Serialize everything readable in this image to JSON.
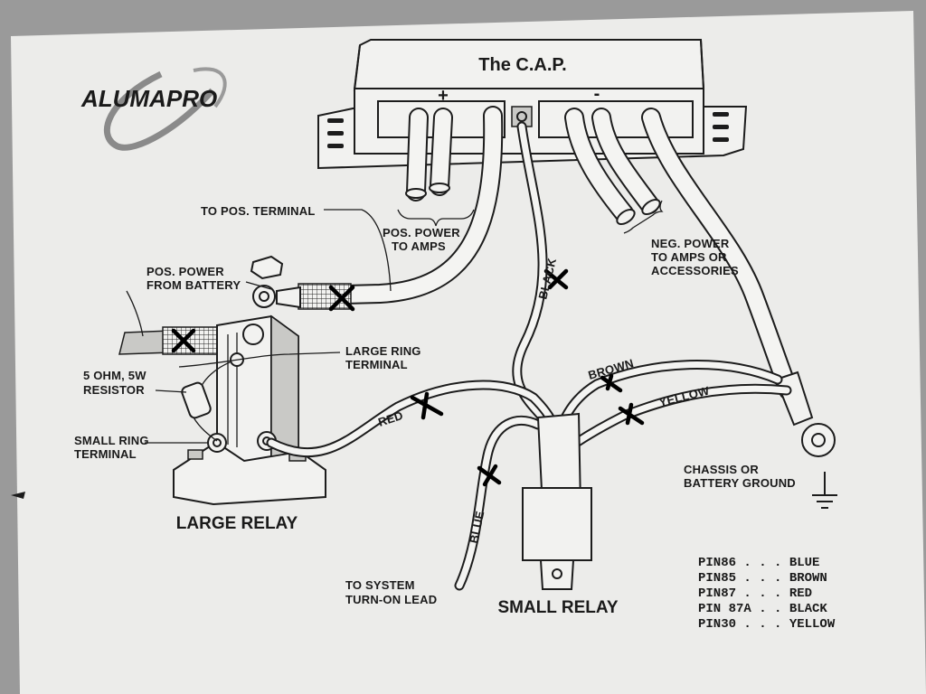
{
  "logo": "ALUMAPRO",
  "cap": {
    "title": "The C.A.P.",
    "plus": "+",
    "minus": "-"
  },
  "labels": {
    "to_pos_terminal": "TO POS. TERMINAL",
    "pos_power_amps_1": "POS. POWER",
    "pos_power_amps_2": "TO AMPS",
    "neg_power_1": "NEG. POWER",
    "neg_power_2": "TO AMPS OR",
    "neg_power_3": "ACCESSORIES",
    "pos_battery_1": "POS. POWER",
    "pos_battery_2": "FROM BATTERY",
    "large_ring_1": "LARGE RING",
    "large_ring_2": "TERMINAL",
    "resistor_1": "5 OHM, 5W",
    "resistor_2": "RESISTOR",
    "small_ring_1": "SMALL RING",
    "small_ring_2": "TERMINAL",
    "large_relay": "LARGE RELAY",
    "small_relay": "SMALL RELAY",
    "system_1": "TO SYSTEM",
    "system_2": "TURN-ON LEAD",
    "ground_1": "CHASSIS OR",
    "ground_2": "BATTERY GROUND"
  },
  "wires": {
    "black": "BLACK",
    "red": "RED",
    "brown": "BROWN",
    "yellow": "YELLOW",
    "blue": "BLUE"
  },
  "pin_legend": [
    "PIN86 . . . BLUE",
    "PIN85 . . . BROWN",
    "PIN87 . . . RED",
    "PIN 87A . . BLACK",
    "PIN30 . . . YELLOW"
  ]
}
